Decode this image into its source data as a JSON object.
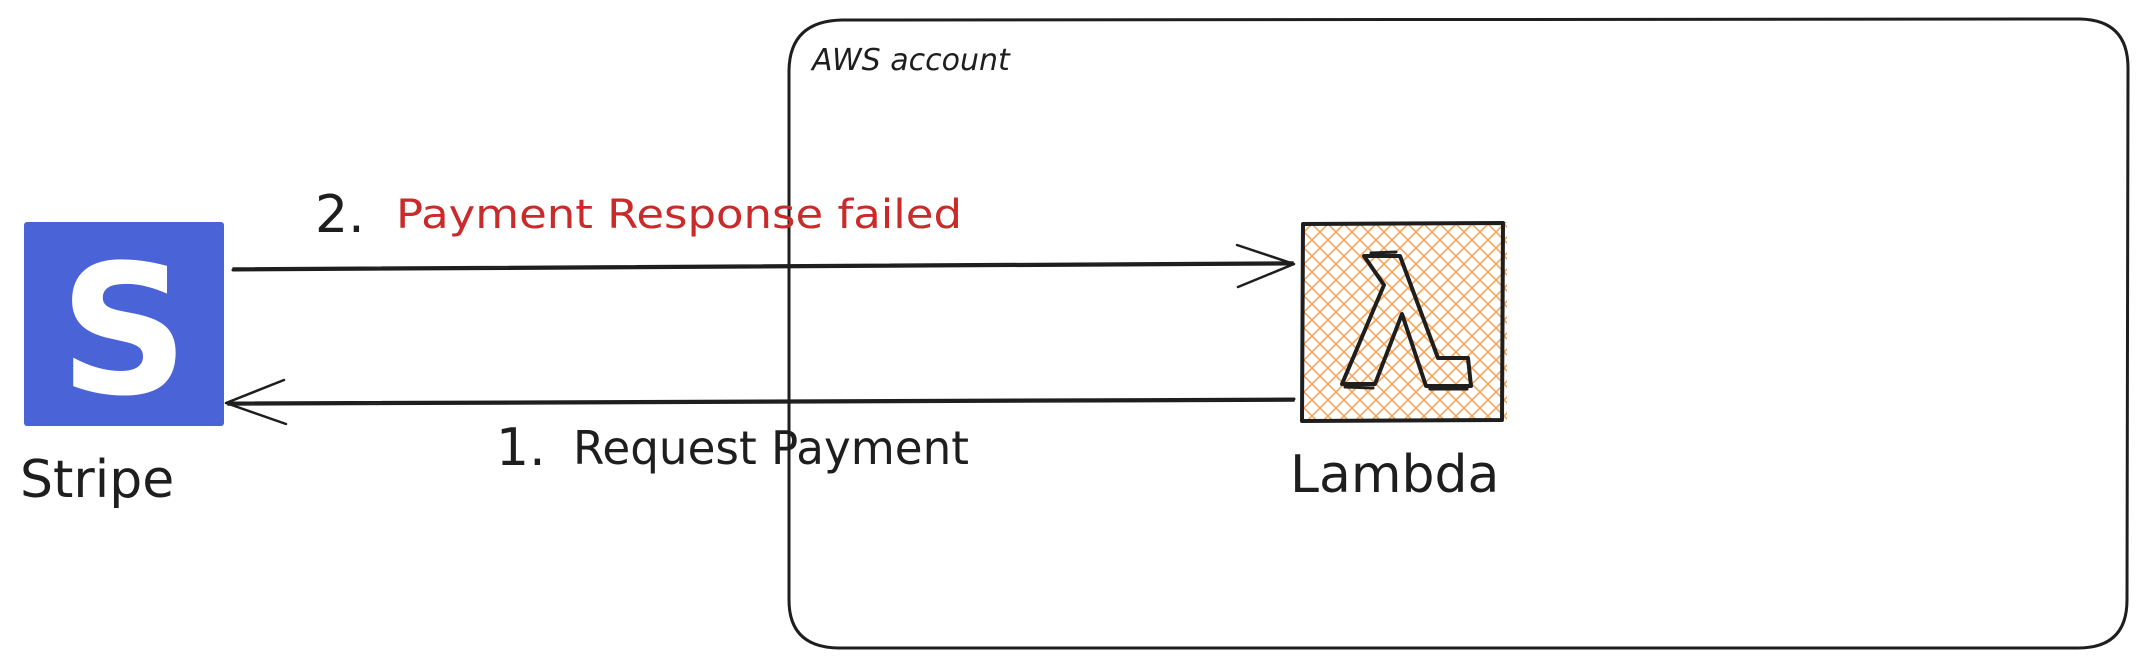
{
  "aws_account": {
    "label": "AWS account"
  },
  "stripe": {
    "label": "Stripe",
    "logo_letter": "S",
    "color": "#4a64d8"
  },
  "lambda": {
    "label": "Lambda",
    "icon": "lambda-icon",
    "symbol_color": "#1e1e1e",
    "hatch_color": "#f6a65a"
  },
  "flows": {
    "request": {
      "number": "1.",
      "label": "Request Payment",
      "color": "#1e1e1e"
    },
    "response": {
      "number": "2.",
      "label": "Payment Response failed",
      "color": "#c92a2a"
    }
  }
}
